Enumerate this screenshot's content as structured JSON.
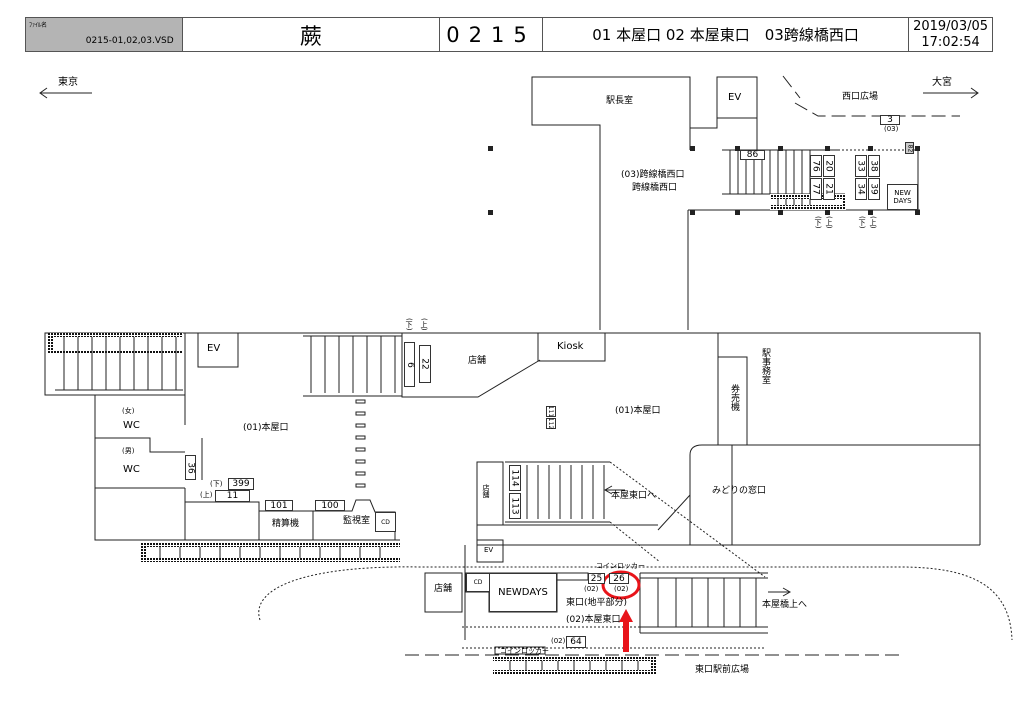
{
  "header": {
    "file_caption": "ﾌｧｲﾙ名",
    "file_name": "0215-01,02,03.VSD",
    "station_name": "蕨",
    "station_code": "0215",
    "exits": "01 本屋口 02 本屋東口　03跨線橋西口",
    "date": "2019/03/05",
    "time": "17:02:54"
  },
  "directions": {
    "left": "東京",
    "right": "大宮"
  },
  "rooms": {
    "station_master": "駅長室",
    "ev": "EV",
    "west_plaza": "西口広場",
    "west_exit_1": "(03)跨線橋西口",
    "west_exit_2": "跨線橋西口",
    "newdays_top": "NEW DAYS",
    "kiosk": "Kiosk",
    "shop": "店舗",
    "station_office": "駅事務室",
    "ticket_machine": "券売機",
    "midori": "みどりの窓口",
    "main_exit_center": "(01)本屋口",
    "main_exit_right": "(01)本屋口",
    "wc_f_tag": "(女)",
    "wc_m_tag": "(男)",
    "wc": "WC",
    "fare_adjust": "精算機",
    "monitor_room": "監視室",
    "cd": "CD",
    "to_east": "本屋東口へ",
    "newdays_bottom": "NEWDAYS",
    "east_ground": "東口(地平部分)",
    "east_exit": "(02)本屋東口",
    "to_bridge": "本屋橋上へ",
    "coin_locker": "コインロッカー",
    "east_plaza": "東口駅前広場"
  },
  "tags": {
    "down": "(下)",
    "up": "(上)",
    "e02": "(02)",
    "e03": "(03)"
  },
  "markers": {
    "m3": "3",
    "m86": "86",
    "m20": "20",
    "m21": "21",
    "m76": "76",
    "m77": "77",
    "m38": "38",
    "m39": "39",
    "m33": "33",
    "m34": "34",
    "m82": "82",
    "m6": "6",
    "m22": "22",
    "m36": "36",
    "m399": "399",
    "m11": "11",
    "m101": "101",
    "m100": "100",
    "m111": "111",
    "m112": "112",
    "m113": "113",
    "m114": "114",
    "m25": "25",
    "m26": "26",
    "m64": "64"
  },
  "highlight_color": "#e8141a"
}
